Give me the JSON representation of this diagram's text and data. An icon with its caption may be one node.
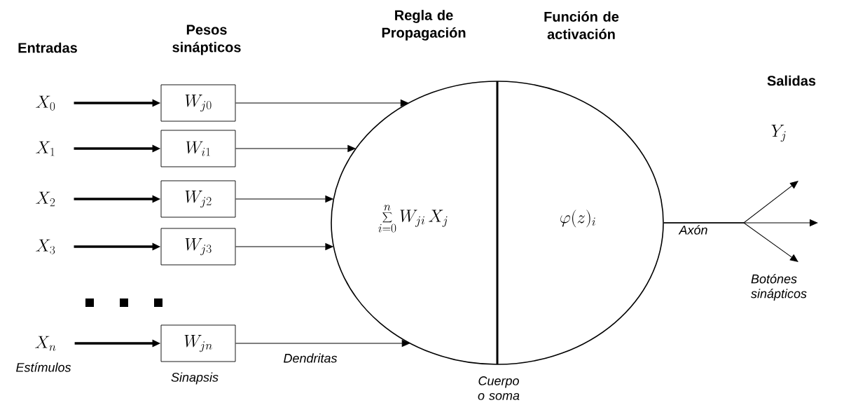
{
  "diagram": {
    "nodes": [
      {
        "text": [
          "X_0"
        ]
      },
      {
        "text": [
          "X_1"
        ]
      },
      {
        "text": [
          "X_2"
        ]
      },
      {
        "text": [
          "X_3"
        ]
      },
      {
        "text": [
          "X_n"
        ],
        "beside": [
          "Estímulos"
        ]
      },
      {
        "text": [
          "W_{j0}"
        ]
      },
      {
        "text": [
          "W_{i1}"
        ]
      },
      {
        "text": [
          "W_{j2}"
        ]
      },
      {
        "text": [
          "W_{j3}"
        ]
      },
      {
        "text": [
          "W_{jn}"
        ],
        "beside": [
          "Sinapsis"
        ]
      },
      {
        "text": [],
        "shape": "circle",
        "beside": [
          "Cuerpo o soma"
        ]
      },
      {
        "text": [
          "\\sum_{i=0}^{n} W_{ji}\\, X_j"
        ],
        "in": 10
      },
      {
        "text": [
          "\\varphi(z)_i"
        ],
        "in": 10
      }
    ],
    "edges": [
      {
        "from": 0,
        "to": 5,
        "arrow": "to",
        "style": "thick"
      },
      {
        "from": 1,
        "to": 6,
        "arrow": "to",
        "style": "thick"
      },
      {
        "from": 2,
        "to": 7,
        "arrow": "to",
        "style": "thick"
      },
      {
        "from": 3,
        "to": 8,
        "arrow": "to",
        "style": "thick"
      },
      {
        "from": 4,
        "to": 9,
        "arrow": "to",
        "style": "thick"
      },
      {
        "from": 5,
        "to": 10,
        "arrow": "to"
      },
      {
        "from": 6,
        "to": 10,
        "arrow": "to"
      },
      {
        "from": 7,
        "to": 10,
        "arrow": "to"
      },
      {
        "from": 8,
        "to": 10,
        "arrow": "to"
      },
      {
        "from": 9,
        "to": 10,
        "arrow": "to",
        "label": "Dendritas"
      },
      {
        "from": 10,
        "to": null,
        "arrow": "to"
      },
      {
        "from": 10,
        "to": null,
        "arrow": "to",
        "label": "Axón"
      },
      {
        "from": 10,
        "to": null,
        "arrow": "to"
      }
    ],
    "labels": [
      "Entradas",
      "Pesos sinápticos",
      "Regla de Propagación",
      "Función de activación",
      "Salidas",
      "Y_j",
      "Botónes sinápticos"
    ]
  }
}
